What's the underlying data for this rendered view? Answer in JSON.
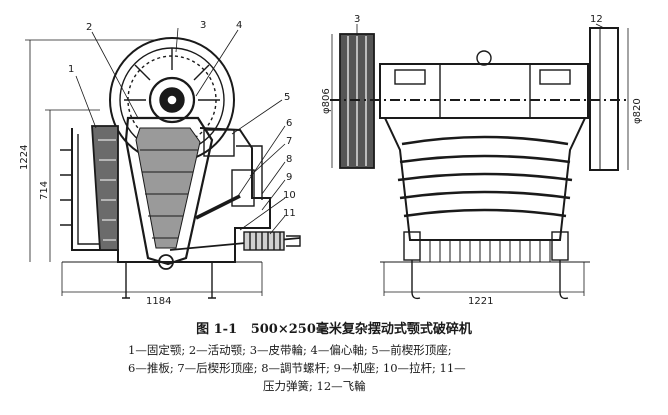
{
  "figure": {
    "caption_number": "图 1-1",
    "caption_title": "500×250毫米复杂摆动式颚式破碎机",
    "legend_lines": [
      "1—固定颚; 2—活动颚; 3—皮带輪; 4—偏心軸; 5—前楔形顶座;",
      "6—推板; 7—后楔形顶座; 8—調节螺杆; 9—机座; 10—拉杆; 11—",
      "压力弹簧; 12—飞輪"
    ]
  },
  "callouts": [
    "1",
    "2",
    "3",
    "4",
    "5",
    "6",
    "7",
    "8",
    "9",
    "10",
    "11",
    "3",
    "12"
  ],
  "dimensions": {
    "height_left": "1224",
    "height_inner": "714",
    "width_left": "1184",
    "width_right": "1221",
    "pulley_dia": "φ806",
    "flywheel_dia": "φ820"
  }
}
